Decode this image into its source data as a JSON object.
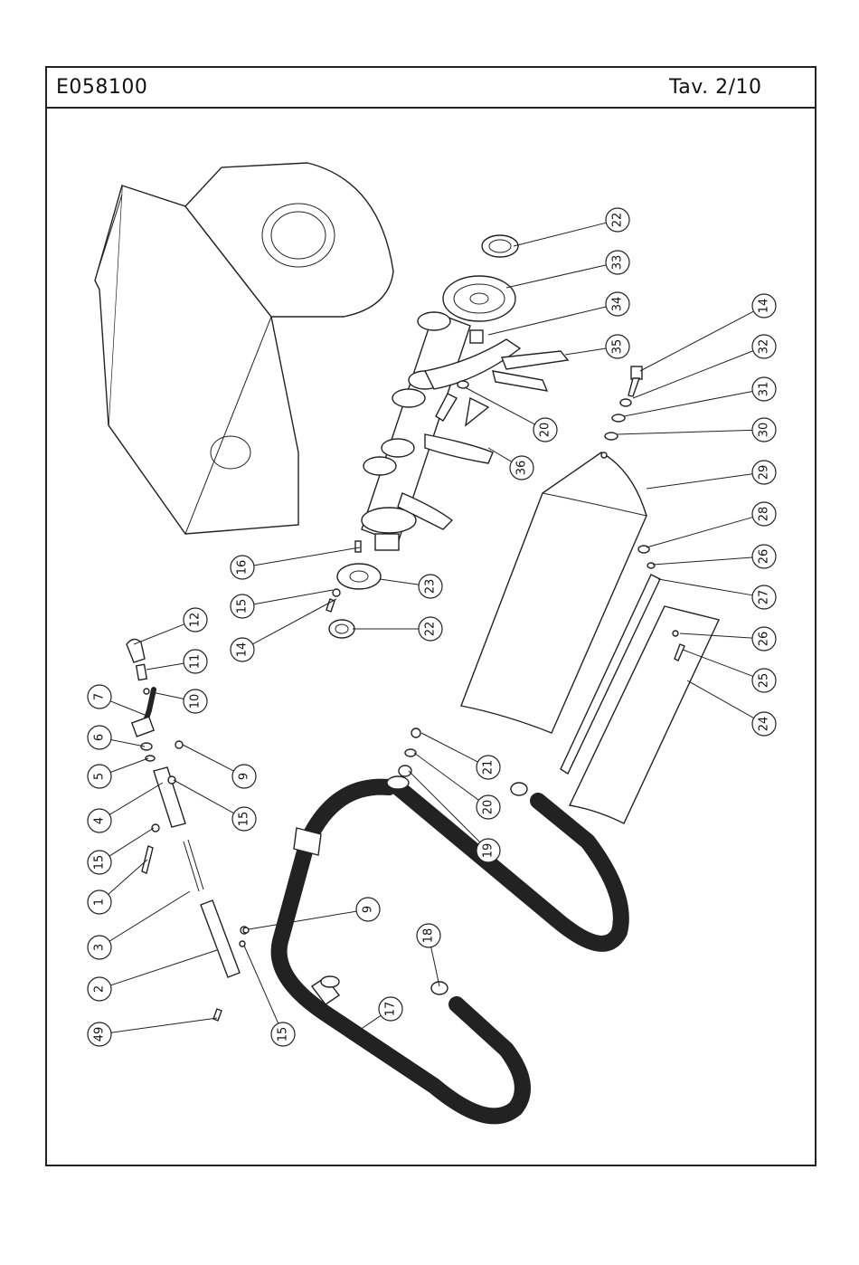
{
  "header": {
    "code": "E058100",
    "table": "Tav. 2/10"
  },
  "callouts": [
    {
      "label": "22"
    },
    {
      "label": "33"
    },
    {
      "label": "34"
    },
    {
      "label": "35"
    },
    {
      "label": "14"
    },
    {
      "label": "32"
    },
    {
      "label": "31"
    },
    {
      "label": "20"
    },
    {
      "label": "30"
    },
    {
      "label": "36"
    },
    {
      "label": "29"
    },
    {
      "label": "28"
    },
    {
      "label": "26"
    },
    {
      "label": "16"
    },
    {
      "label": "27"
    },
    {
      "label": "23"
    },
    {
      "label": "15"
    },
    {
      "label": "22"
    },
    {
      "label": "26"
    },
    {
      "label": "12"
    },
    {
      "label": "14"
    },
    {
      "label": "25"
    },
    {
      "label": "11"
    },
    {
      "label": "24"
    },
    {
      "label": "10"
    },
    {
      "label": "7"
    },
    {
      "label": "6"
    },
    {
      "label": "21"
    },
    {
      "label": "9"
    },
    {
      "label": "5"
    },
    {
      "label": "20"
    },
    {
      "label": "4"
    },
    {
      "label": "15"
    },
    {
      "label": "19"
    },
    {
      "label": "15"
    },
    {
      "label": "1"
    },
    {
      "label": "9"
    },
    {
      "label": "3"
    },
    {
      "label": "18"
    },
    {
      "label": "2"
    },
    {
      "label": "17"
    },
    {
      "label": "49"
    },
    {
      "label": "15"
    }
  ]
}
